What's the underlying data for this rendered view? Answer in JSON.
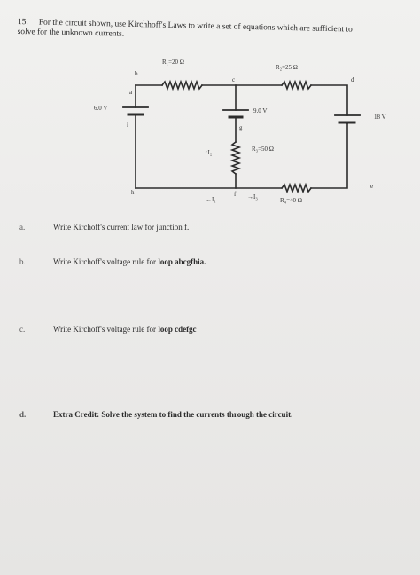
{
  "question": {
    "number": "15.",
    "line1": "For the circuit shown, use Kirchhoff's Laws to write a set of equations which are sufficient to",
    "line2": "solve for the unknown currents."
  },
  "circuit": {
    "r1": "R₁=20 Ω",
    "r2": "R₂=25 Ω",
    "r3": "R₃=50 Ω",
    "r4": "R₄=40 Ω",
    "v1": "6.0 V",
    "v2": "9.0 V",
    "v3": "18 V",
    "node_a": "a",
    "node_b": "b",
    "node_c": "c",
    "node_d": "d",
    "node_e": "e",
    "node_f": "f",
    "node_g": "g",
    "node_h": "h",
    "node_i": "i",
    "i1": "←I₁",
    "i2": "↑I₂",
    "i3": "→I₃"
  },
  "parts": [
    {
      "letter": "a.",
      "text": "Write Kirchoff's current law for junction f."
    },
    {
      "letter": "b.",
      "text": "Write Kirchoff's voltage rule for ",
      "bold": "loop abcgfhia."
    },
    {
      "letter": "c.",
      "text": "Write Kirchoff's voltage rule for ",
      "bold": "loop cdefgc"
    },
    {
      "letter": "d.",
      "label": "Extra Credit:",
      "text": "Solve the system to find the currents through the circuit."
    }
  ]
}
